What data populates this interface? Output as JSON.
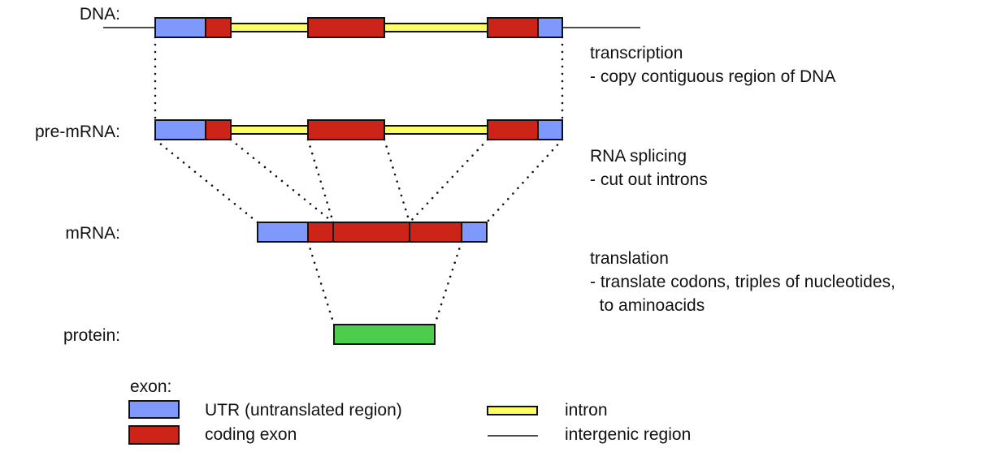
{
  "colors": {
    "utr": "#7f98fc",
    "coding": "#cc2418",
    "intron": "#fdfd66",
    "protein": "#4ccd4c",
    "outline": "#111111"
  },
  "rows": [
    {
      "id": "dna",
      "label": "DNA:"
    },
    {
      "id": "pre-mrna",
      "label": "pre-mRNA:"
    },
    {
      "id": "mrna",
      "label": "mRNA:"
    },
    {
      "id": "protein",
      "label": "protein:"
    }
  ],
  "gene_structure": [
    {
      "type": "utr",
      "name": "5' UTR"
    },
    {
      "type": "coding",
      "name": "coding exon 1"
    },
    {
      "type": "intron",
      "name": "intron 1"
    },
    {
      "type": "coding",
      "name": "coding exon 2"
    },
    {
      "type": "intron",
      "name": "intron 2"
    },
    {
      "type": "coding",
      "name": "coding exon 3"
    },
    {
      "type": "utr",
      "name": "3' UTR"
    }
  ],
  "steps": [
    {
      "title": "transcription",
      "lines": [
        "- copy contiguous region of DNA"
      ]
    },
    {
      "title": "RNA splicing",
      "lines": [
        "- cut out introns"
      ]
    },
    {
      "title": "translation",
      "lines": [
        "- translate codons, triples of nucleotides,",
        "  to aminoacids"
      ]
    }
  ],
  "legend": {
    "heading": "exon:",
    "items": [
      {
        "type": "utr",
        "label": "UTR (untranslated region)"
      },
      {
        "type": "coding",
        "label": "coding exon"
      },
      {
        "type": "intron",
        "label": "intron"
      },
      {
        "type": "line",
        "label": "intergenic region"
      }
    ]
  }
}
